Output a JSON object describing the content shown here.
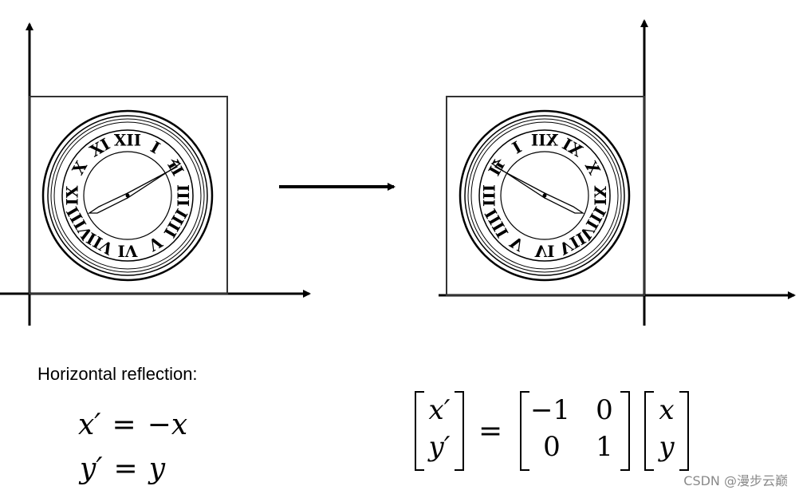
{
  "caption": "Horizontal reflection:",
  "equations": {
    "line1_lhs": "x′",
    "line1_eq": "=",
    "line1_rhs": "−x",
    "line2_lhs": "y′",
    "line2_eq": "=",
    "line2_rhs": "y"
  },
  "matrix": {
    "result": [
      "x′",
      "y′"
    ],
    "equals": "=",
    "transform": [
      [
        "−1",
        "0"
      ],
      [
        "0",
        "1"
      ]
    ],
    "input": [
      "x",
      "y"
    ]
  },
  "clock": {
    "numerals": [
      "XII",
      "I",
      "II",
      "III",
      "IIII",
      "V",
      "VI",
      "VII",
      "VIII",
      "IX",
      "X",
      "XI"
    ]
  },
  "watermark": "CSDN @漫步云巅"
}
